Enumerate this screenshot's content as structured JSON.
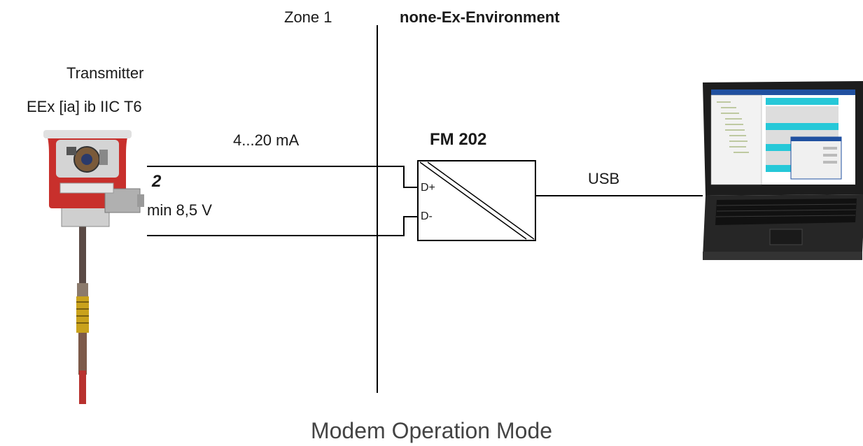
{
  "zones": {
    "left": "Zone 1",
    "right": "none-Ex-Environment"
  },
  "transmitter": {
    "title": "Transmitter",
    "certification": "EEx [ia] ib IIC T6"
  },
  "loop": {
    "signal": "4...20 mA",
    "wires": "2",
    "voltage": "min 8,5 V"
  },
  "modem": {
    "name": "FM 202",
    "terminal_plus": "D+",
    "terminal_minus": "D-"
  },
  "link": {
    "label": "USB"
  },
  "caption": "Modem Operation Mode",
  "colors": {
    "housing_red": "#c8302c",
    "housing_grey": "#d4d4d4",
    "line": "#000000"
  },
  "icons": {
    "transmitter": "transmitter-device-icon",
    "laptop": "laptop-computer-icon"
  }
}
